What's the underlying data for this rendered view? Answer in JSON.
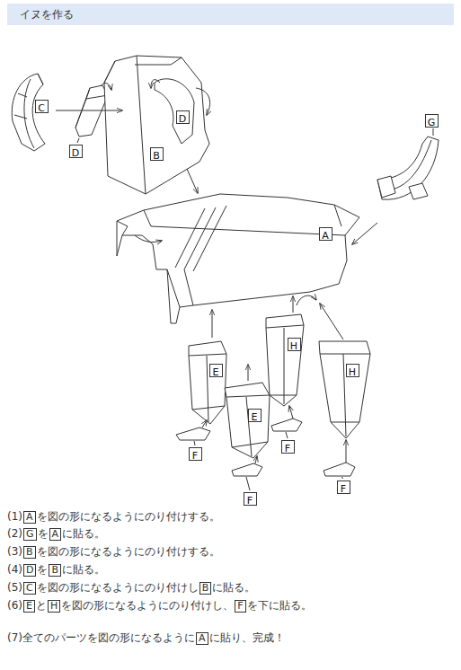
{
  "diagram": {
    "title": "イヌを作る",
    "nodes": [
      {
        "text": [
          "C"
        ]
      },
      {
        "text": [
          "D"
        ]
      },
      {
        "text": [
          "G"
        ]
      },
      {
        "text": [
          "D"
        ]
      },
      {
        "text": [
          "B"
        ]
      },
      {
        "text": [
          "A"
        ]
      },
      {
        "text": [
          "H"
        ]
      },
      {
        "text": [
          "E"
        ]
      },
      {
        "text": [
          "H"
        ]
      },
      {
        "text": [
          "E"
        ]
      },
      {
        "text": [
          "F"
        ]
      },
      {
        "text": [
          "F"
        ]
      },
      {
        "text": [
          "F"
        ]
      },
      {
        "text": [
          "F"
        ]
      }
    ],
    "labels": [
      "(1)",
      "A",
      "を図の形になるようにのり付けする。",
      "(2)",
      "G",
      "を",
      "A",
      "に貼る。",
      "(3)",
      "B",
      "を図の形になるようにのり付けする。",
      "(4)",
      "D",
      "を",
      "B",
      "に貼る。",
      "(5)",
      "C",
      "を図の形になるようにのり付けし",
      "B",
      "に貼る。",
      "(6)",
      "E",
      "と",
      "H",
      "を図の形になるようにのり付けし、",
      "F",
      "を下に貼る。",
      "(7)全てのパーツを図の形になるように",
      "A",
      "に貼り、完成！"
    ]
  }
}
